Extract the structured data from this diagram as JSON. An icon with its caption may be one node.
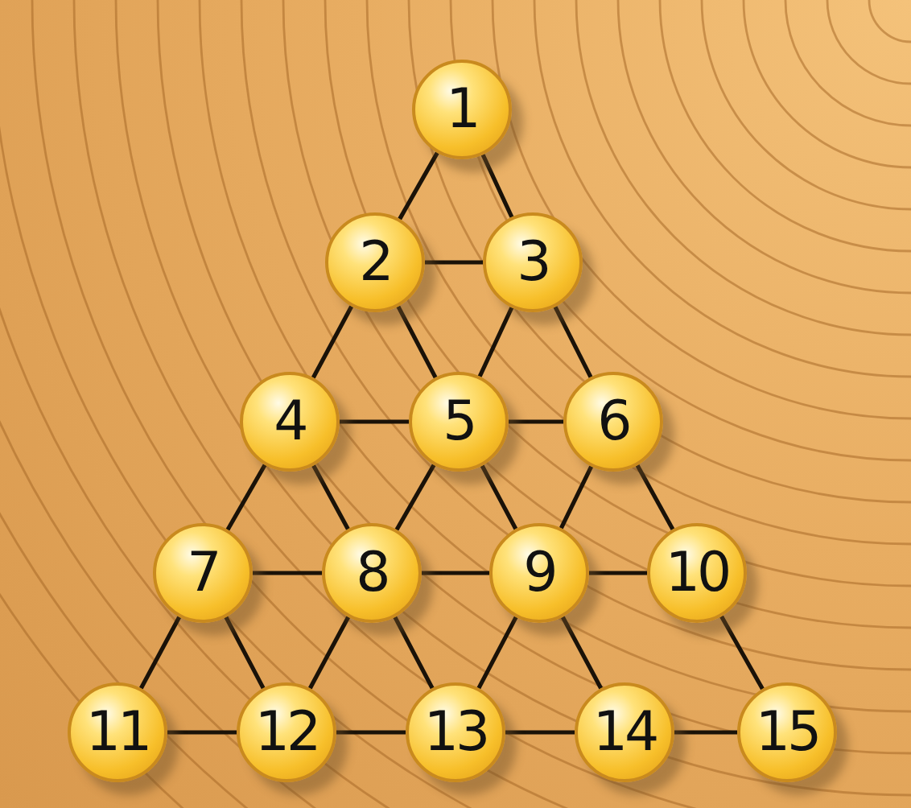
{
  "diagram": {
    "nodes": [
      {
        "text": [
          "1"
        ]
      },
      {
        "text": [
          "2"
        ]
      },
      {
        "text": [
          "3"
        ]
      },
      {
        "text": [
          "4"
        ]
      },
      {
        "text": [
          "5"
        ]
      },
      {
        "text": [
          "6"
        ]
      },
      {
        "text": [
          "7"
        ]
      },
      {
        "text": [
          "8"
        ]
      },
      {
        "text": [
          "9"
        ]
      },
      {
        "text": [
          "10"
        ]
      },
      {
        "text": [
          "11"
        ]
      },
      {
        "text": [
          "12"
        ]
      },
      {
        "text": [
          "13"
        ]
      },
      {
        "text": [
          "14"
        ]
      },
      {
        "text": [
          "15"
        ]
      }
    ],
    "edges": [
      {
        "from": 0,
        "to": 1,
        "arrow": "none"
      },
      {
        "from": 0,
        "to": 2,
        "arrow": "none"
      },
      {
        "from": 1,
        "to": 2,
        "arrow": "none"
      },
      {
        "from": 1,
        "to": 3,
        "arrow": "none"
      },
      {
        "from": 1,
        "to": 4,
        "arrow": "none"
      },
      {
        "from": 2,
        "to": 4,
        "arrow": "none"
      },
      {
        "from": 2,
        "to": 5,
        "arrow": "none"
      },
      {
        "from": 3,
        "to": 4,
        "arrow": "none"
      },
      {
        "from": 4,
        "to": 5,
        "arrow": "none"
      },
      {
        "from": 3,
        "to": 6,
        "arrow": "none"
      },
      {
        "from": 3,
        "to": 7,
        "arrow": "none"
      },
      {
        "from": 4,
        "to": 7,
        "arrow": "none"
      },
      {
        "from": 4,
        "to": 8,
        "arrow": "none"
      },
      {
        "from": 5,
        "to": 8,
        "arrow": "none"
      },
      {
        "from": 5,
        "to": 9,
        "arrow": "none"
      },
      {
        "from": 6,
        "to": 7,
        "arrow": "none"
      },
      {
        "from": 7,
        "to": 8,
        "arrow": "none"
      },
      {
        "from": 8,
        "to": 9,
        "arrow": "none"
      },
      {
        "from": 6,
        "to": 10,
        "arrow": "none"
      },
      {
        "from": 6,
        "to": 11,
        "arrow": "none"
      },
      {
        "from": 7,
        "to": 11,
        "arrow": "none"
      },
      {
        "from": 7,
        "to": 12,
        "arrow": "none"
      },
      {
        "from": 8,
        "to": 12,
        "arrow": "none"
      },
      {
        "from": 8,
        "to": 13,
        "arrow": "none"
      },
      {
        "from": 9,
        "to": 14,
        "arrow": "none"
      },
      {
        "from": 10,
        "to": 11,
        "arrow": "none"
      },
      {
        "from": 11,
        "to": 12,
        "arrow": "none"
      },
      {
        "from": 12,
        "to": 13,
        "arrow": "none"
      },
      {
        "from": 13,
        "to": 14,
        "arrow": "none"
      }
    ]
  }
}
